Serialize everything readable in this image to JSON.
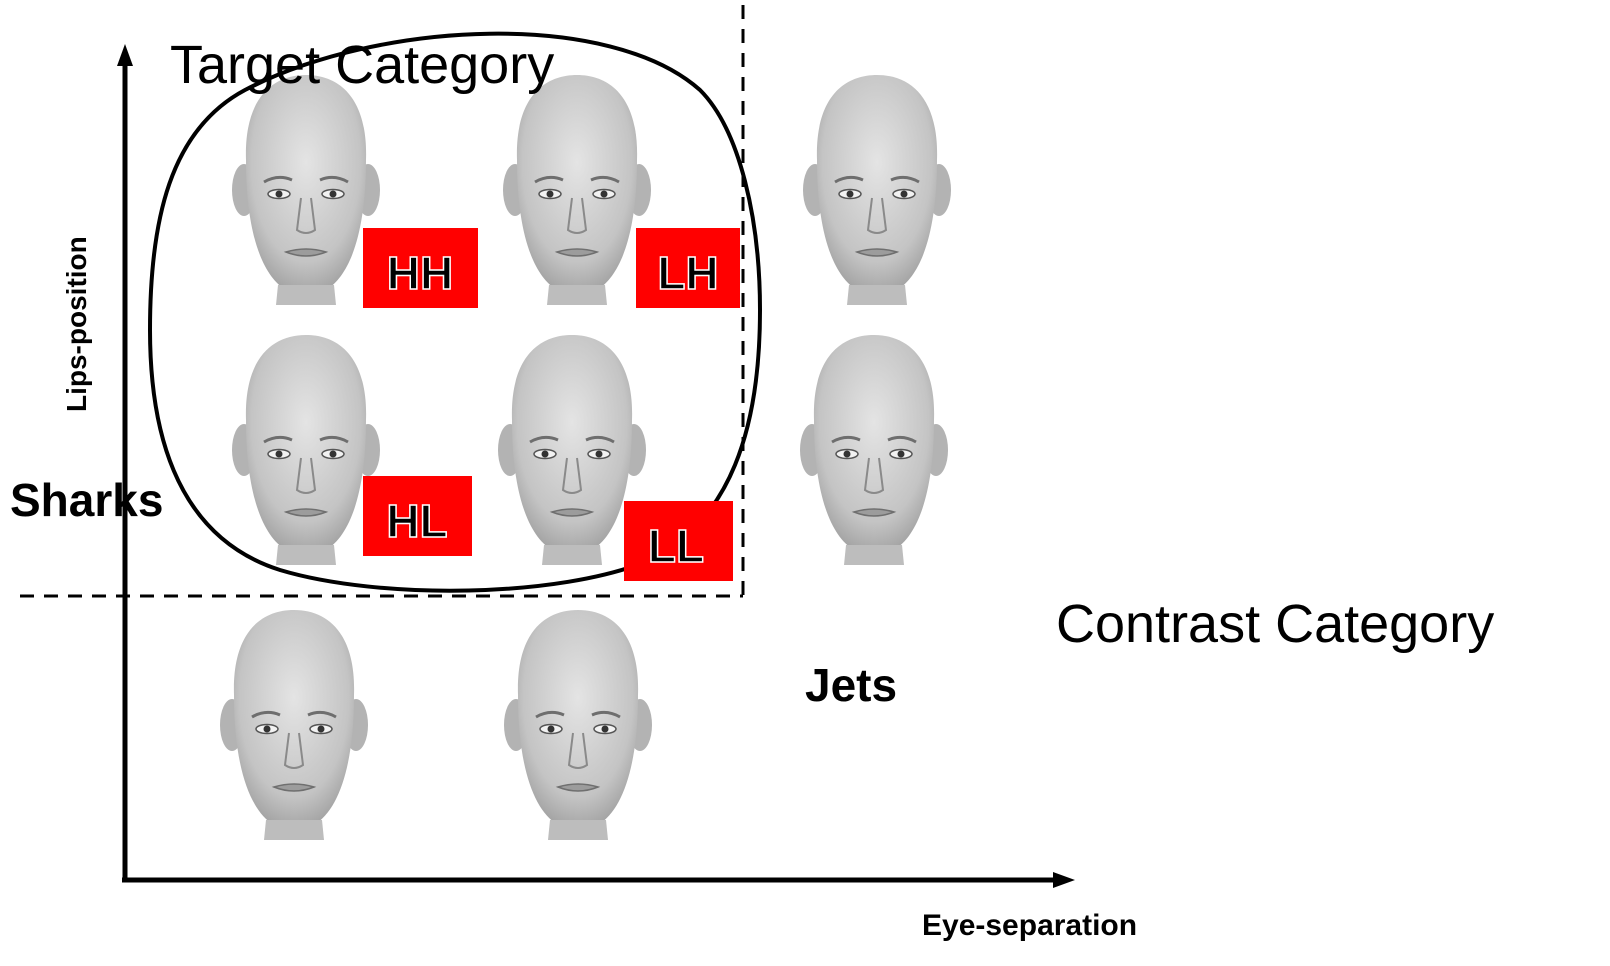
{
  "title_target": "Target Category",
  "title_contrast": "Contrast Category",
  "label_sharks": "Sharks",
  "label_jets": "Jets",
  "axis": {
    "y_label": "Lips-position",
    "x_label": "Eye-separation"
  },
  "tags": {
    "hh": "HH",
    "lh": "LH",
    "hl": "HL",
    "ll": "LL"
  },
  "colors": {
    "tag_fill": "#ff0000",
    "line": "#000000"
  }
}
